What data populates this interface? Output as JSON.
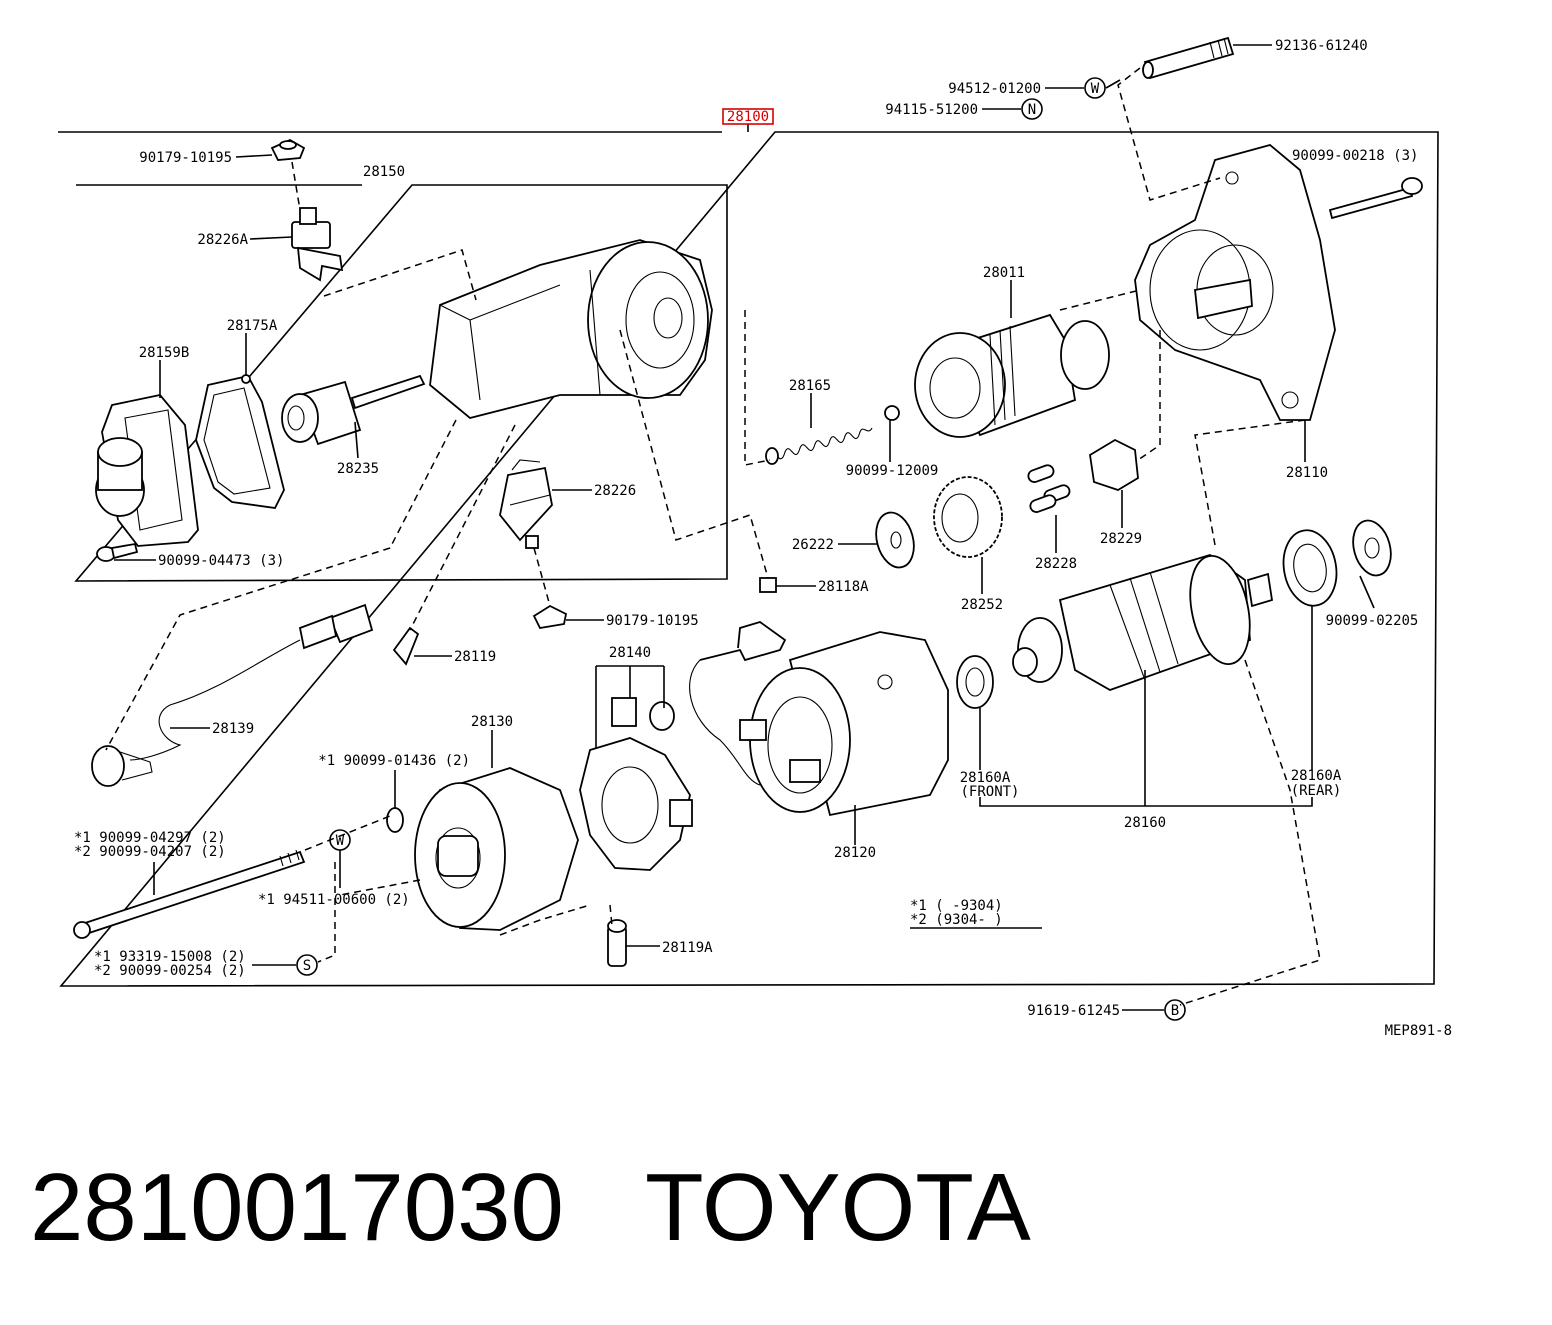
{
  "diagram": {
    "main_part": "28100",
    "highlight_color": "#d40000",
    "drawing_code": "MEP891-8",
    "labels": {
      "p92136_61240": "92136-61240",
      "p94512_01200": "94512-01200",
      "p94115_51200": "94115-51200",
      "p90179_10195_top": "90179-10195",
      "p28150": "28150",
      "p90099_00218": "90099-00218 (3)",
      "p28226A": "28226A",
      "p28011": "28011",
      "p28175A": "28175A",
      "p28159B": "28159B",
      "p28165": "28165",
      "p28235": "28235",
      "p90099_12009": "90099-12009",
      "p28110": "28110",
      "p28226": "28226",
      "p28229": "28229",
      "p26222": "26222",
      "p28228": "28228",
      "p90099_04473": "90099-04473 (3)",
      "p28118A": "28118A",
      "p28252": "28252",
      "p90179_10195_mid": "90179-10195",
      "p90099_02205": "90099-02205",
      "p28140": "28140",
      "p28119": "28119",
      "p28139": "28139",
      "p28130": "28130",
      "p90099_01436": "*1 90099-01436 (2)",
      "p28160A_front": "28160A",
      "front": "(FRONT)",
      "p28160A_rear": "28160A",
      "rear": "(REAR)",
      "p90099_04297": "*1 90099-04297 (2)",
      "p90099_04207": "*2 90099-04207 (2)",
      "p28160": "28160",
      "p28120": "28120",
      "p94511_00600": "*1 94511-00600 (2)",
      "note1": "*1 (     -9304)",
      "note2": "*2 (9304-     )",
      "p28119A": "28119A",
      "p93319_15008": "*1 93319-15008 (2)",
      "p90099_00254": "*2 90099-00254 (2)",
      "p91619_61245": "91619-61245"
    },
    "symbols": {
      "w1": "W",
      "n1": "N",
      "w2": "W",
      "s1": "S",
      "b1": "B"
    }
  },
  "footer": {
    "part_number": "2810017030",
    "brand": "TOYOTA"
  }
}
